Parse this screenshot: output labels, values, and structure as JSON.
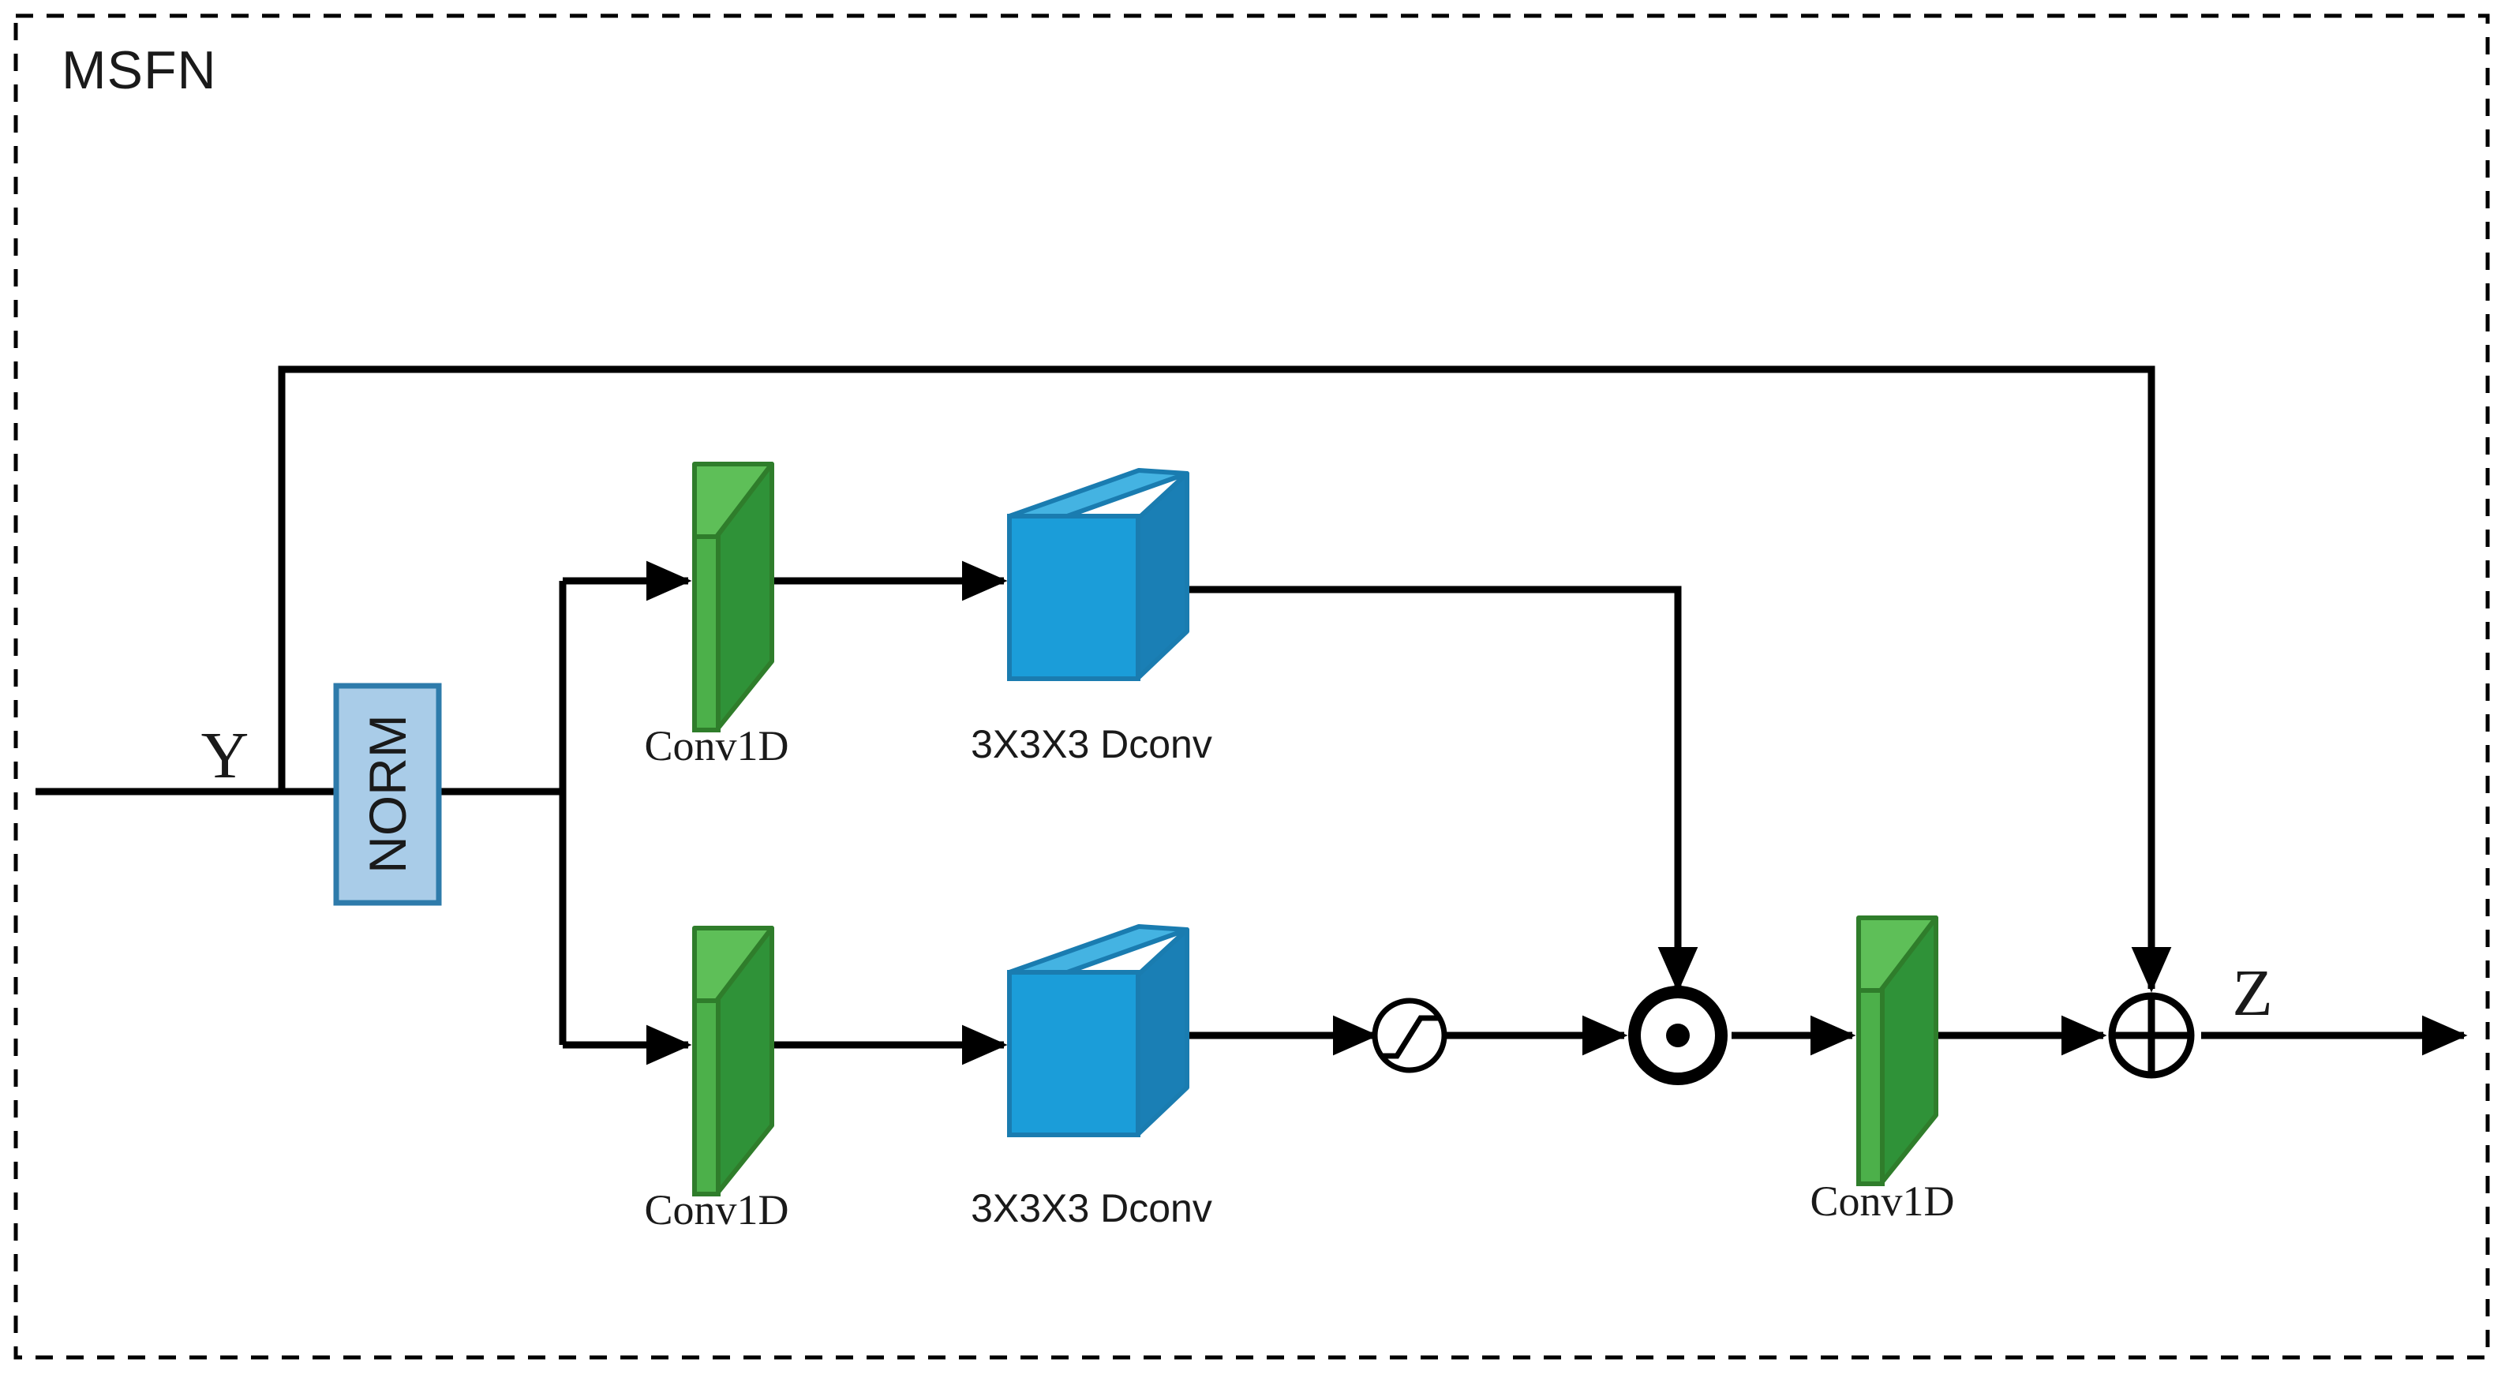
{
  "module": {
    "title": "MSFN",
    "border_style": "dashed",
    "border_color": "#000000"
  },
  "signals": {
    "input_label": "Y",
    "output_label": "Z"
  },
  "colors": {
    "norm_fill": "#a9cce8",
    "norm_stroke": "#2e7bab",
    "conv_front": "#4cb04a",
    "conv_side": "#2f9238",
    "conv_top": "#5ebf58",
    "conv_stroke": "#2f7d2b",
    "dconv_front": "#1b9dd9",
    "dconv_top": "#44b3e2",
    "dconv_side": "#1a7fb5",
    "dconv_stroke": "#1a7cb0",
    "wire": "#000000",
    "text": "#1a1a1a"
  },
  "blocks": {
    "norm": {
      "label": "NORM",
      "orientation": "vertical-bottom-to-top"
    },
    "top_conv1d": {
      "label": "Conv1D",
      "type": "green-slab"
    },
    "top_dconv": {
      "label": "3X3X3 Dconv",
      "type": "blue-cube"
    },
    "bottom_conv1d": {
      "label": "Conv1D",
      "type": "green-slab"
    },
    "bottom_dconv": {
      "label": "3X3X3 Dconv",
      "type": "blue-cube"
    },
    "out_conv1d": {
      "label": "Conv1D",
      "type": "green-slab"
    }
  },
  "operators": {
    "activation": {
      "name": "sigmoid-gate",
      "glyph": "S-curve"
    },
    "elementwise_multiply": {
      "name": "multiply",
      "glyph": "circle-dot"
    },
    "elementwise_add": {
      "name": "add",
      "glyph": "circle-plus"
    }
  },
  "flow": [
    "Y -> NORM",
    "Y -> skip -> add",
    "NORM -> split",
    "split -> top Conv1D -> 3X3X3 Dconv -> multiply",
    "split -> bottom Conv1D -> 3X3X3 Dconv -> sigmoid -> multiply",
    "multiply -> Conv1D -> add -> Z"
  ]
}
